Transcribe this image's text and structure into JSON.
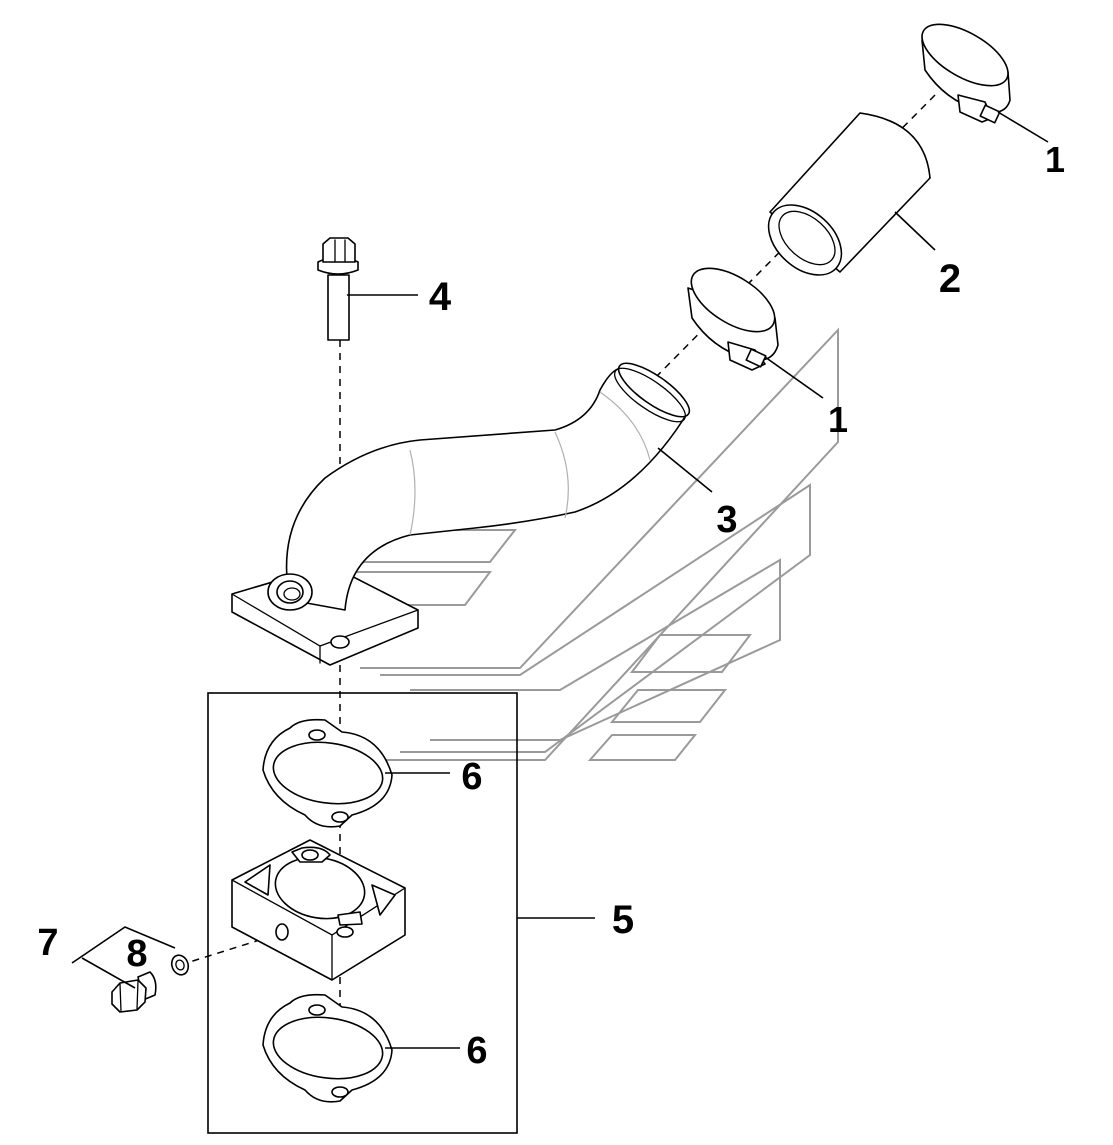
{
  "callouts": {
    "c1_top": "1",
    "c1_mid": "1",
    "c2": "2",
    "c3": "3",
    "c4": "4",
    "c5": "5",
    "c6_top": "6",
    "c6_bottom": "6",
    "c7": "7",
    "c8": "8"
  }
}
